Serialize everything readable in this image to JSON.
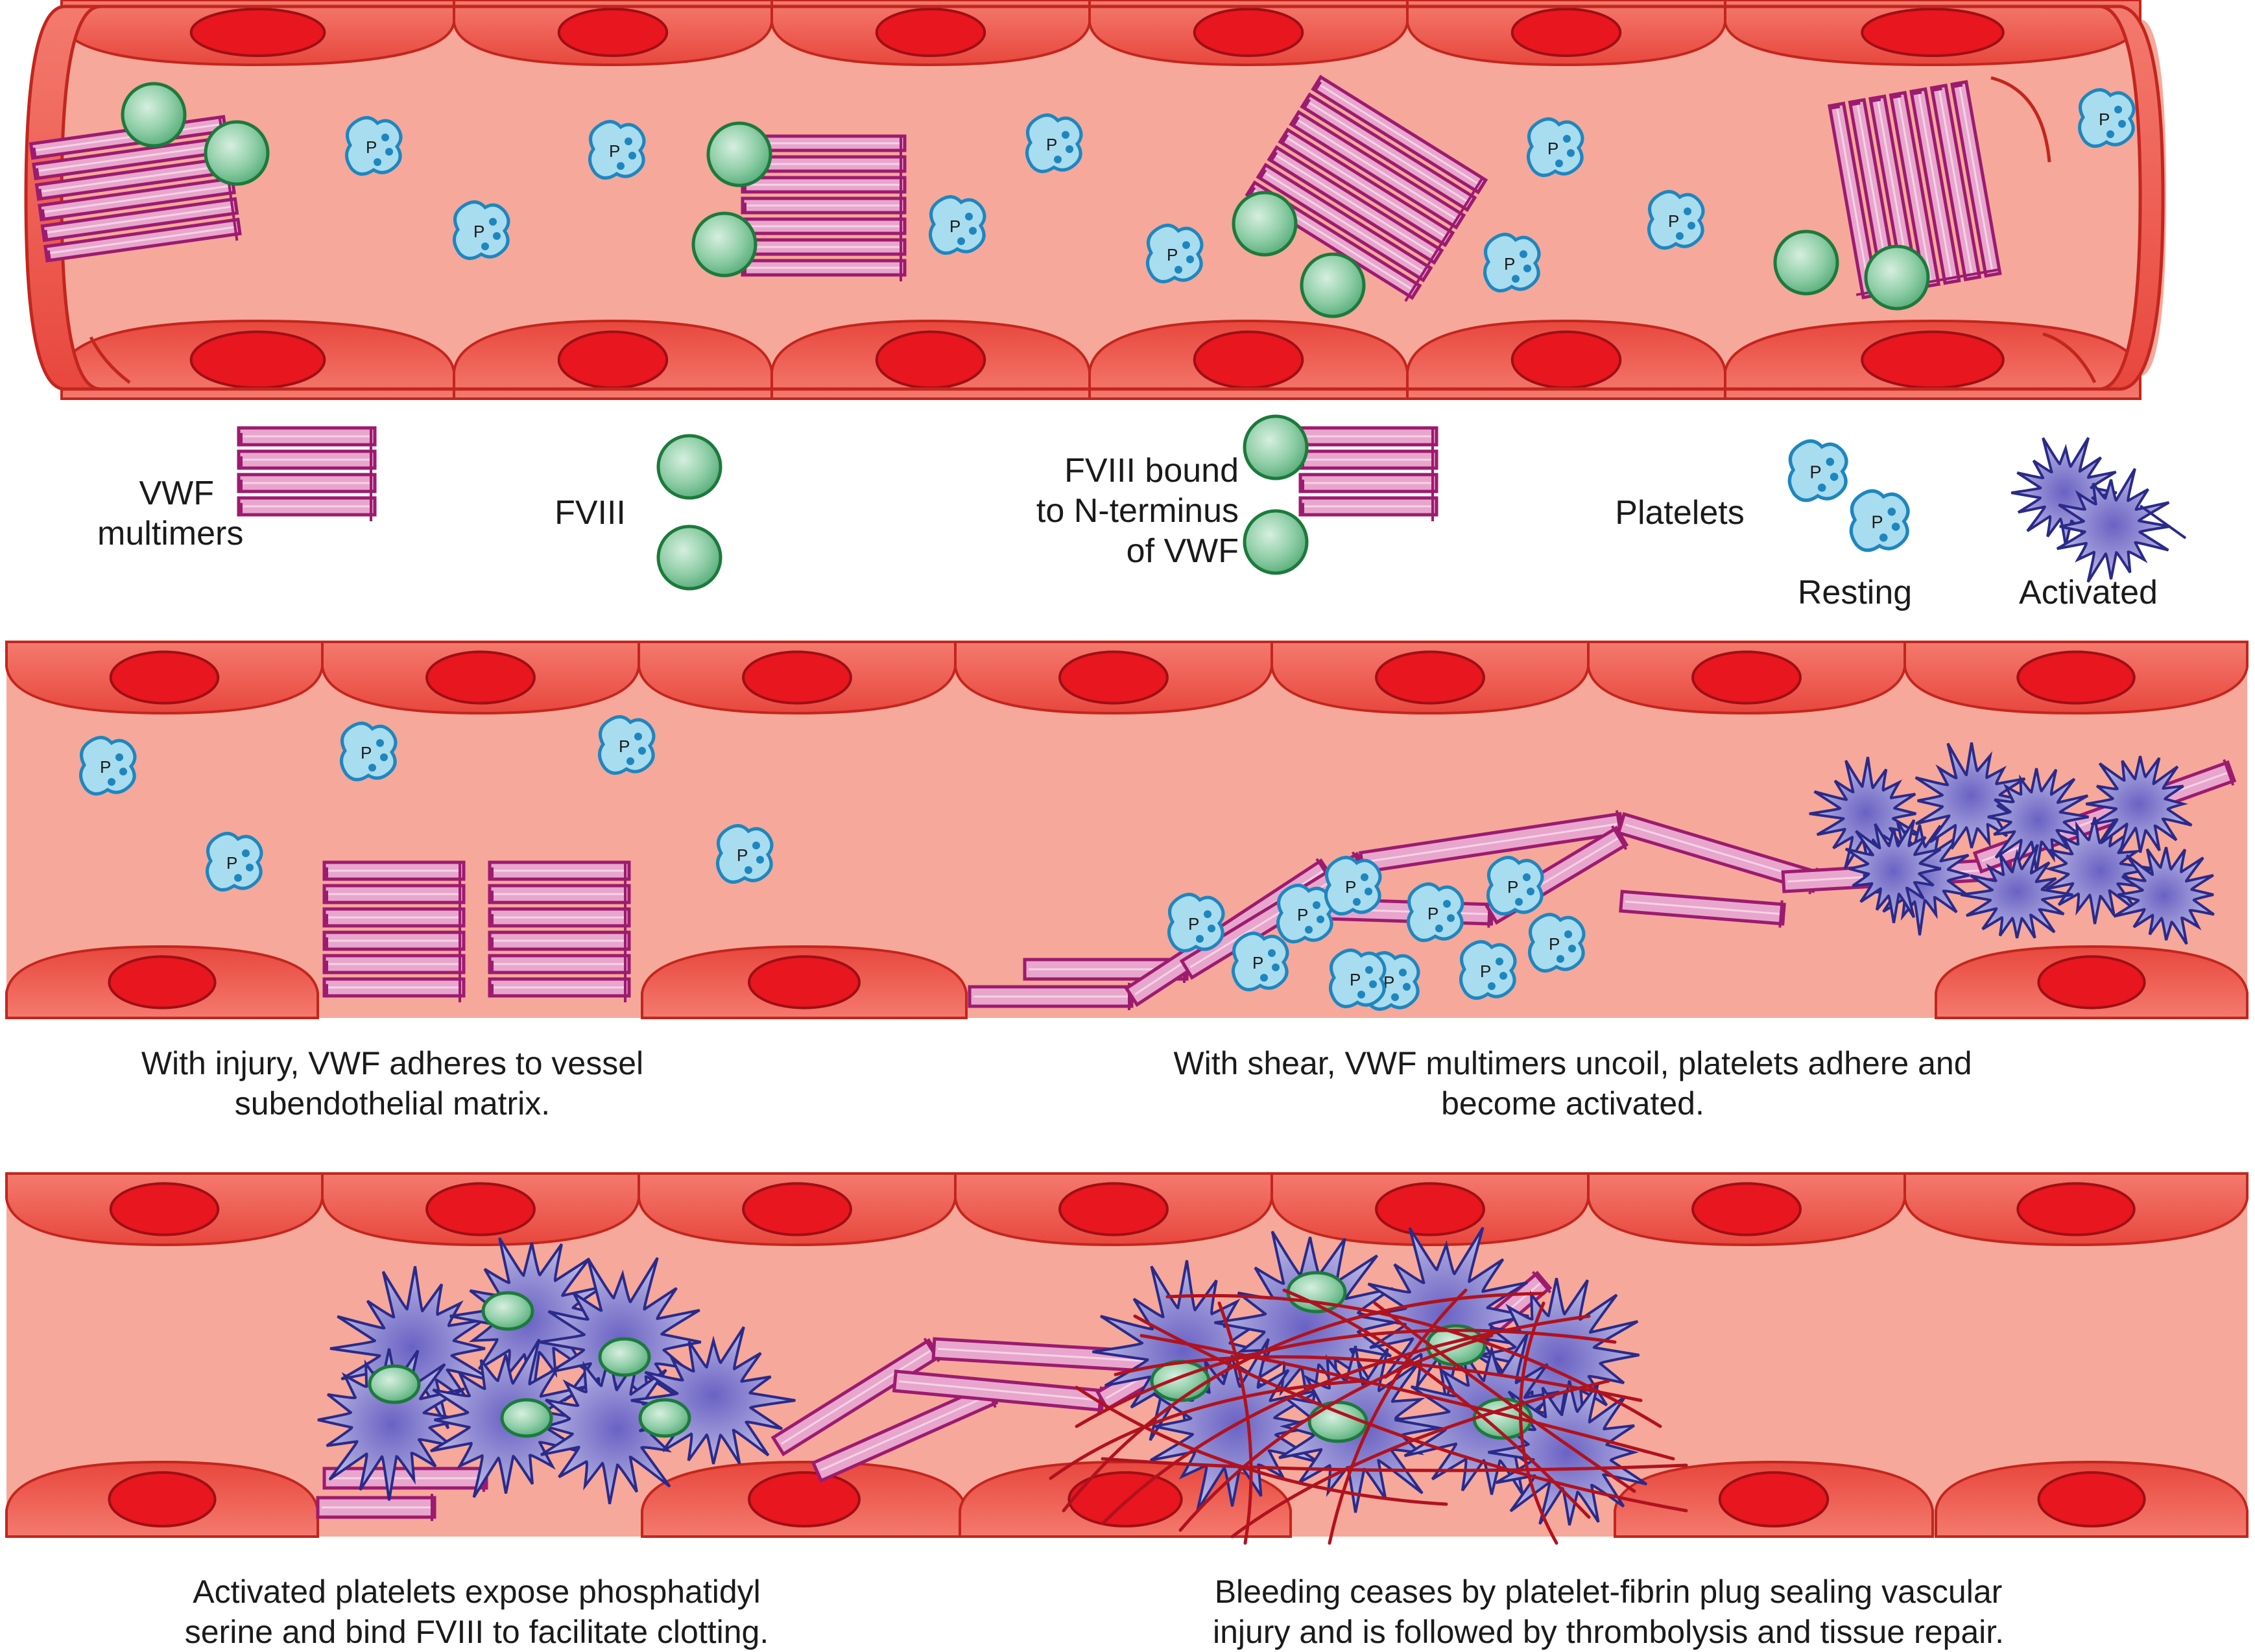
{
  "legend": {
    "vwf_label": [
      "VWF",
      "multimers"
    ],
    "fviii_label": "FVIII",
    "fviii_bound_label": [
      "FVIII bound",
      "to N-terminus",
      "of VWF"
    ],
    "platelets_label": "Platelets",
    "resting_label": "Resting",
    "activated_label": "Activated"
  },
  "platelet_letter": "P",
  "captions": {
    "panel2_left": [
      "With injury, VWF adheres to vessel",
      "subendothelial matrix."
    ],
    "panel2_right": [
      "With shear, VWF multimers uncoil, platelets adhere and",
      "become activated."
    ],
    "panel3_left": [
      "Activated platelets expose phosphatidyl",
      "serine and bind FVIII to facilitate clotting."
    ],
    "panel3_right": [
      "Bleeding ceases by platelet-fibrin plug sealing vascular",
      "injury and is followed by thrombolysis and tissue repair."
    ]
  },
  "colors": {
    "vessel_wall": "#ee5a4f",
    "vessel_lumen": "#f6a89a",
    "nucleus": "#e8161f",
    "vwf": "#9c1b6f",
    "vwf_fill": "#e8a6cc",
    "fviii": "#7fc69a",
    "fviii_stroke": "#1c7a3c",
    "platelet": "#a8dcef",
    "platelet_stroke": "#1e86bf",
    "activated": "#8a86cf",
    "activated_stroke": "#2a2a8a",
    "fibrin": "#b0121e"
  }
}
